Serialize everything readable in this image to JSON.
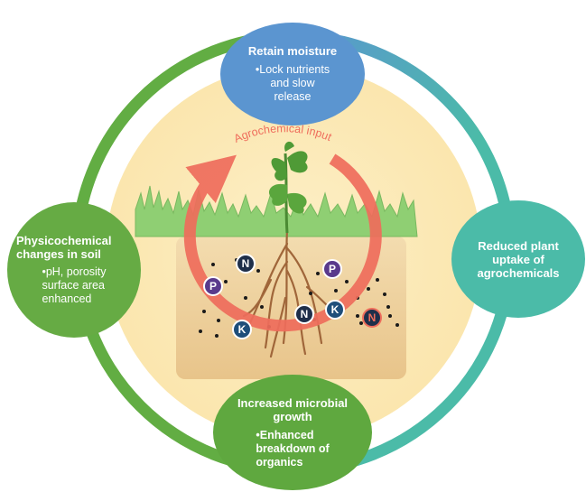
{
  "cycle_label": "Agrochemical input",
  "nodes": {
    "top": {
      "title": "Retain moisture",
      "sub": [
        "•Lock nutrients",
        "and slow",
        "release"
      ],
      "color": "#5b95d0"
    },
    "right": {
      "title": "Reduced plant uptake of agrochemicals",
      "color": "#4bbba8"
    },
    "bottom": {
      "title": "Increased microbial growth",
      "sub": [
        "•Enhanced",
        "breakdown of",
        "organics"
      ],
      "color": "#5fa83f"
    },
    "left": {
      "title": "Physicochemical changes in soil",
      "sub": [
        "•pH, porosity",
        "surface area",
        "enhanced"
      ],
      "color": "#66ab44"
    }
  },
  "soil_particles": [
    {
      "label": "N"
    },
    {
      "label": "P"
    },
    {
      "label": "P"
    },
    {
      "label": "K"
    },
    {
      "label": "N"
    },
    {
      "label": "K"
    },
    {
      "label": "N"
    }
  ],
  "colors": {
    "ring_blue": "#5b95d0",
    "ring_teal": "#4bbba8",
    "ring_green": "#5fa83f",
    "background_glow": "#fbe8b4",
    "soil": "#f1d6a5",
    "grass": "#8fcf73",
    "cycle_arrow": "#ef6d5c",
    "root": "#a0663a",
    "nitrogen_fill": "#1f2f4a",
    "phosphorus_fill": "#5a3a8c",
    "potassium_fill": "#1e4e7a"
  }
}
